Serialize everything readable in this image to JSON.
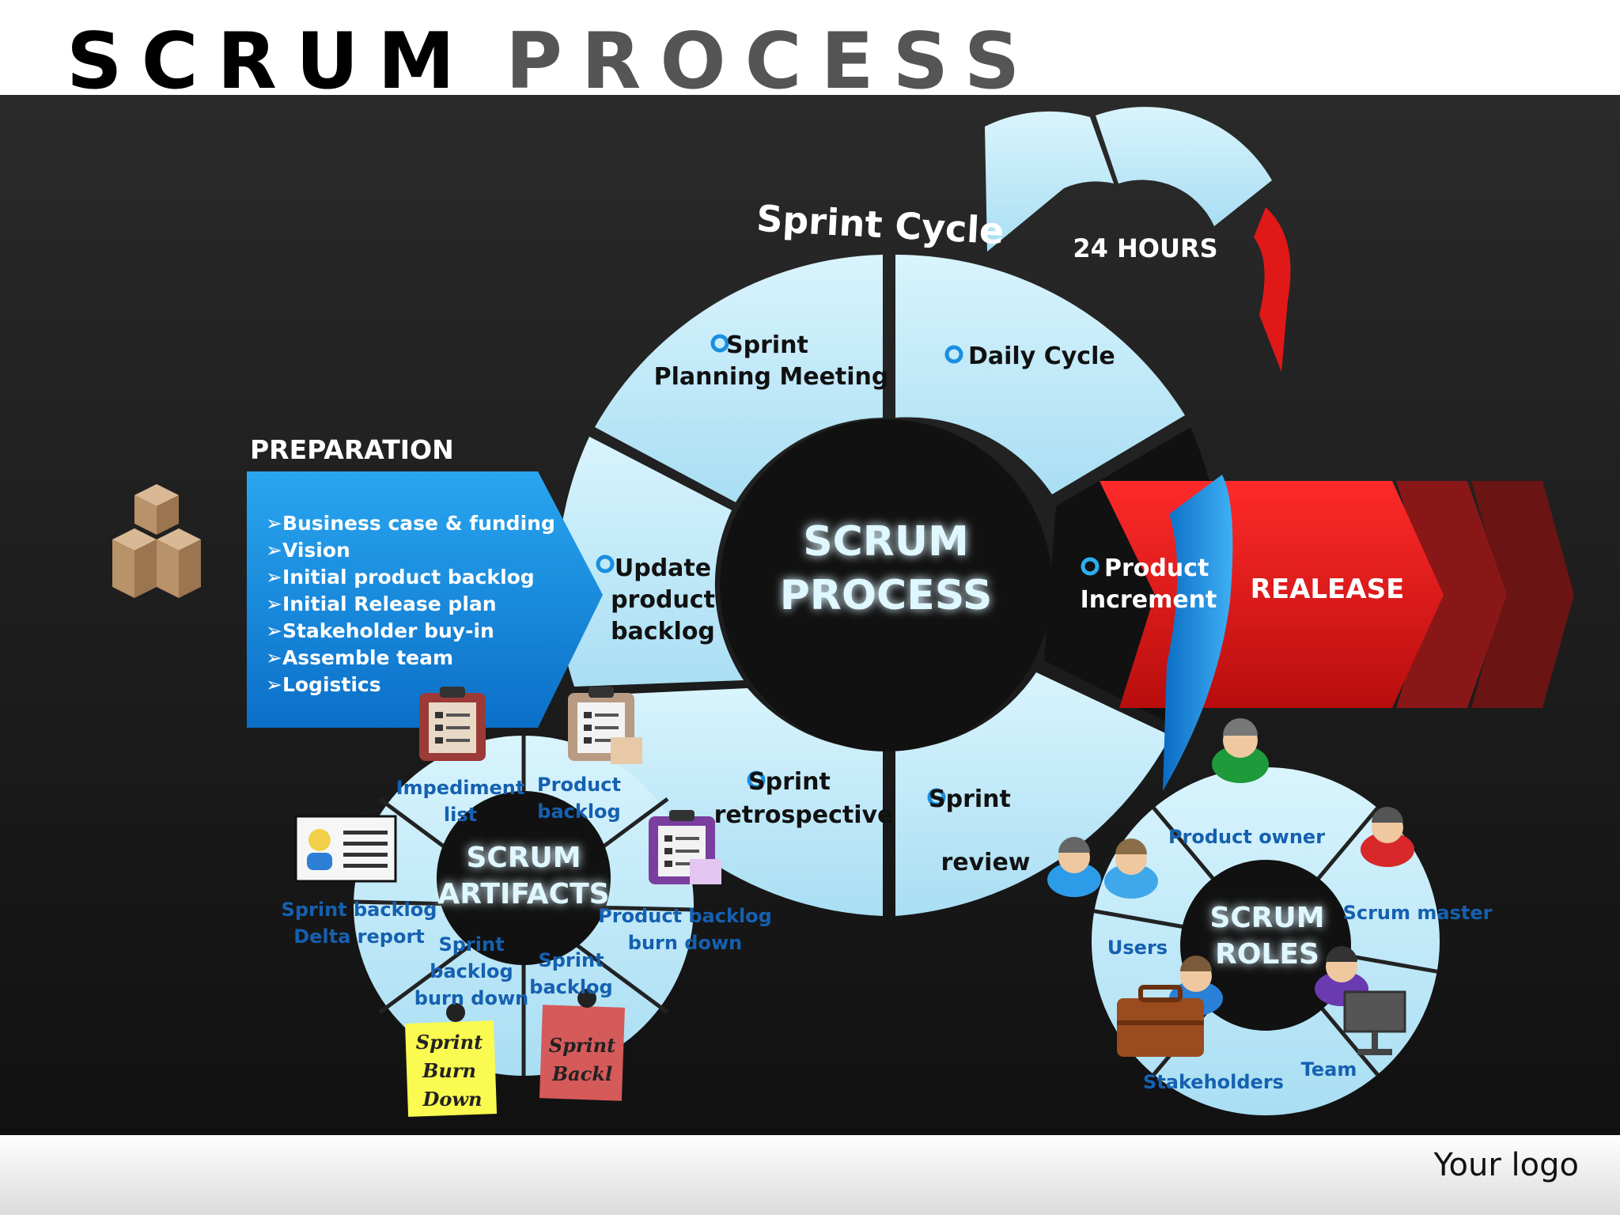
{
  "title": {
    "word1": "SCRUM",
    "word2": "PROCESS"
  },
  "footer": {
    "logo": "Your logo"
  },
  "preparation": {
    "heading": "PREPARATION",
    "items": [
      "Business case & funding",
      "Vision",
      "Initial product backlog",
      "Initial Release plan",
      "Stakeholder buy-in",
      "Assemble team",
      "Logistics"
    ]
  },
  "sprint_cycle": {
    "label": "Sprint Cycle",
    "hours": "24 HOURS",
    "center_line1": "SCRUM",
    "center_line2": "PROCESS",
    "segments": {
      "planning_1": "Sprint",
      "planning_2": "Planning Meeting",
      "daily": "Daily Cycle",
      "update_1": "Update",
      "update_2": "product",
      "update_3": "backlog",
      "increment_1": "Product",
      "increment_2": "Increment",
      "retro_1": "Sprint",
      "retro_2": "retrospective",
      "review_1": "Sprint",
      "review_2": "review"
    }
  },
  "release": {
    "label": "REALEASE"
  },
  "artifacts": {
    "center_line1": "SCRUM",
    "center_line2": "ARTIFACTS",
    "impediment_1": "Impediment",
    "impediment_2": "list",
    "product_backlog_1": "Product",
    "product_backlog_2": "backlog",
    "burn_1": "Product backlog",
    "burn_2": "burn down",
    "sprint_backlog_1": "Sprint",
    "sprint_backlog_2": "backlog",
    "sprint_burn_1": "Sprint",
    "sprint_burn_2": "backlog",
    "sprint_burn_3": "burn down",
    "delta_1": "Sprint backlog",
    "delta_2": "Delta report",
    "note_yellow_1": "Sprint",
    "note_yellow_2": "Burn",
    "note_yellow_3": "Down",
    "note_red_1": "Sprint",
    "note_red_2": "Backl"
  },
  "roles": {
    "center_line1": "SCRUM",
    "center_line2": "ROLES",
    "product_owner": "Product owner",
    "scrum_master": "Scrum master",
    "users": "Users",
    "stakeholders": "Stakeholders",
    "team": "Team"
  },
  "colors": {
    "segment": "#bdeaf8",
    "accent_blue": "#1a8fe0",
    "release_red": "#e01818",
    "label_blue": "#1560b0"
  }
}
